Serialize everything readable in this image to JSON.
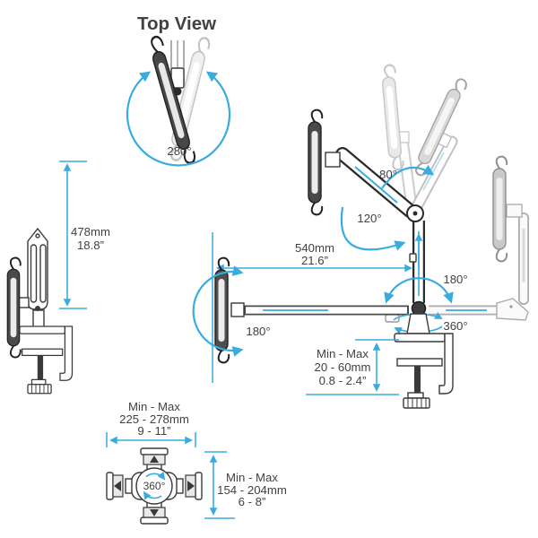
{
  "top_view": {
    "title": "Top View",
    "rotation": "280°"
  },
  "side_view": {
    "height_mm": "478mm",
    "height_in": "18.8”"
  },
  "main_view": {
    "reach_mm": "540mm",
    "reach_in": "21.6”",
    "upper_arm_swing": "80°",
    "lower_arm_swing": "120°",
    "holder_pan": "180°",
    "arm_pan": "180°",
    "base_swivel": "360°",
    "clamp": {
      "label": "Min - Max",
      "range_mm": "20 - 60mm",
      "range_in": "0.8 - 2.4”"
    }
  },
  "holder_view": {
    "rotation": "360°",
    "width": {
      "label": "Min - Max",
      "range_mm": "225 - 278mm",
      "range_in": "9 - 11”"
    },
    "height": {
      "label": "Min - Max",
      "range_mm": "154 - 204mm",
      "range_in": "6 - 8”"
    }
  },
  "colors": {
    "dimension_blue": "#39ACDF",
    "ink": "#414042",
    "arm_dark": "#2b2b2b",
    "ghost_gray": "#c6c6c6"
  }
}
